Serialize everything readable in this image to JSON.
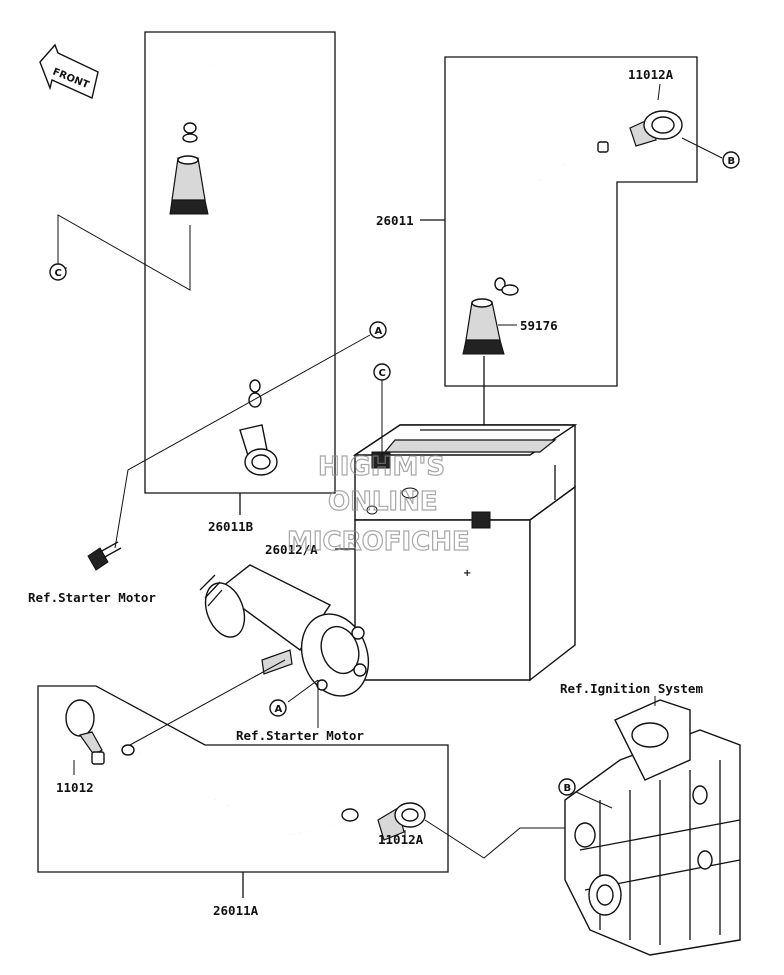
{
  "diagram": {
    "front_label": "FRONT",
    "watermark": [
      "HIGHM'S",
      "ONLINE",
      "MICROFICHE"
    ],
    "parts": {
      "p26011B": "26011B",
      "p26011": "26011",
      "p11012A_top": "11012A",
      "p59176": "59176",
      "p26012A": "26012/A",
      "p26011A": "26011A",
      "p11012": "11012",
      "p11012A_bottom": "11012A"
    },
    "references": {
      "starter_motor_left": "Ref.Starter Motor",
      "starter_motor_center": "Ref.Starter Motor",
      "ignition_system": "Ref.Ignition System"
    },
    "callouts": {
      "c_left": "C",
      "a_upper": "A",
      "c_battery": "C",
      "b_right": "B",
      "a_lower": "A",
      "b_lower": "B"
    }
  }
}
